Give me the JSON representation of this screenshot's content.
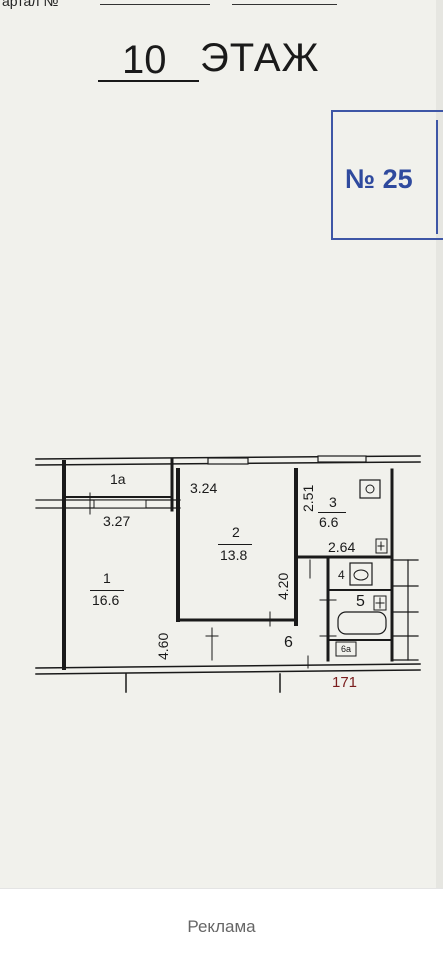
{
  "header_cut": "артал №",
  "floor": {
    "number": "10",
    "word": "ЭТАЖ"
  },
  "stamp": "№ 25",
  "rooms": [
    {
      "id": "1",
      "area": "16.6"
    },
    {
      "id": "2",
      "area": "13.8"
    },
    {
      "id": "3",
      "area": "6.6"
    }
  ],
  "labels": {
    "room_1a": "1а",
    "room_4": "4",
    "room_5": "5",
    "room_6": "6",
    "room_6a": "6а",
    "dim_324": "3.24",
    "dim_327": "3.27",
    "dim_251": "2.51",
    "dim_264": "2.64",
    "dim_420": "4.20",
    "dim_460": "4.60",
    "apt_number": "171"
  },
  "footer": {
    "ad_label": "Реклама"
  }
}
